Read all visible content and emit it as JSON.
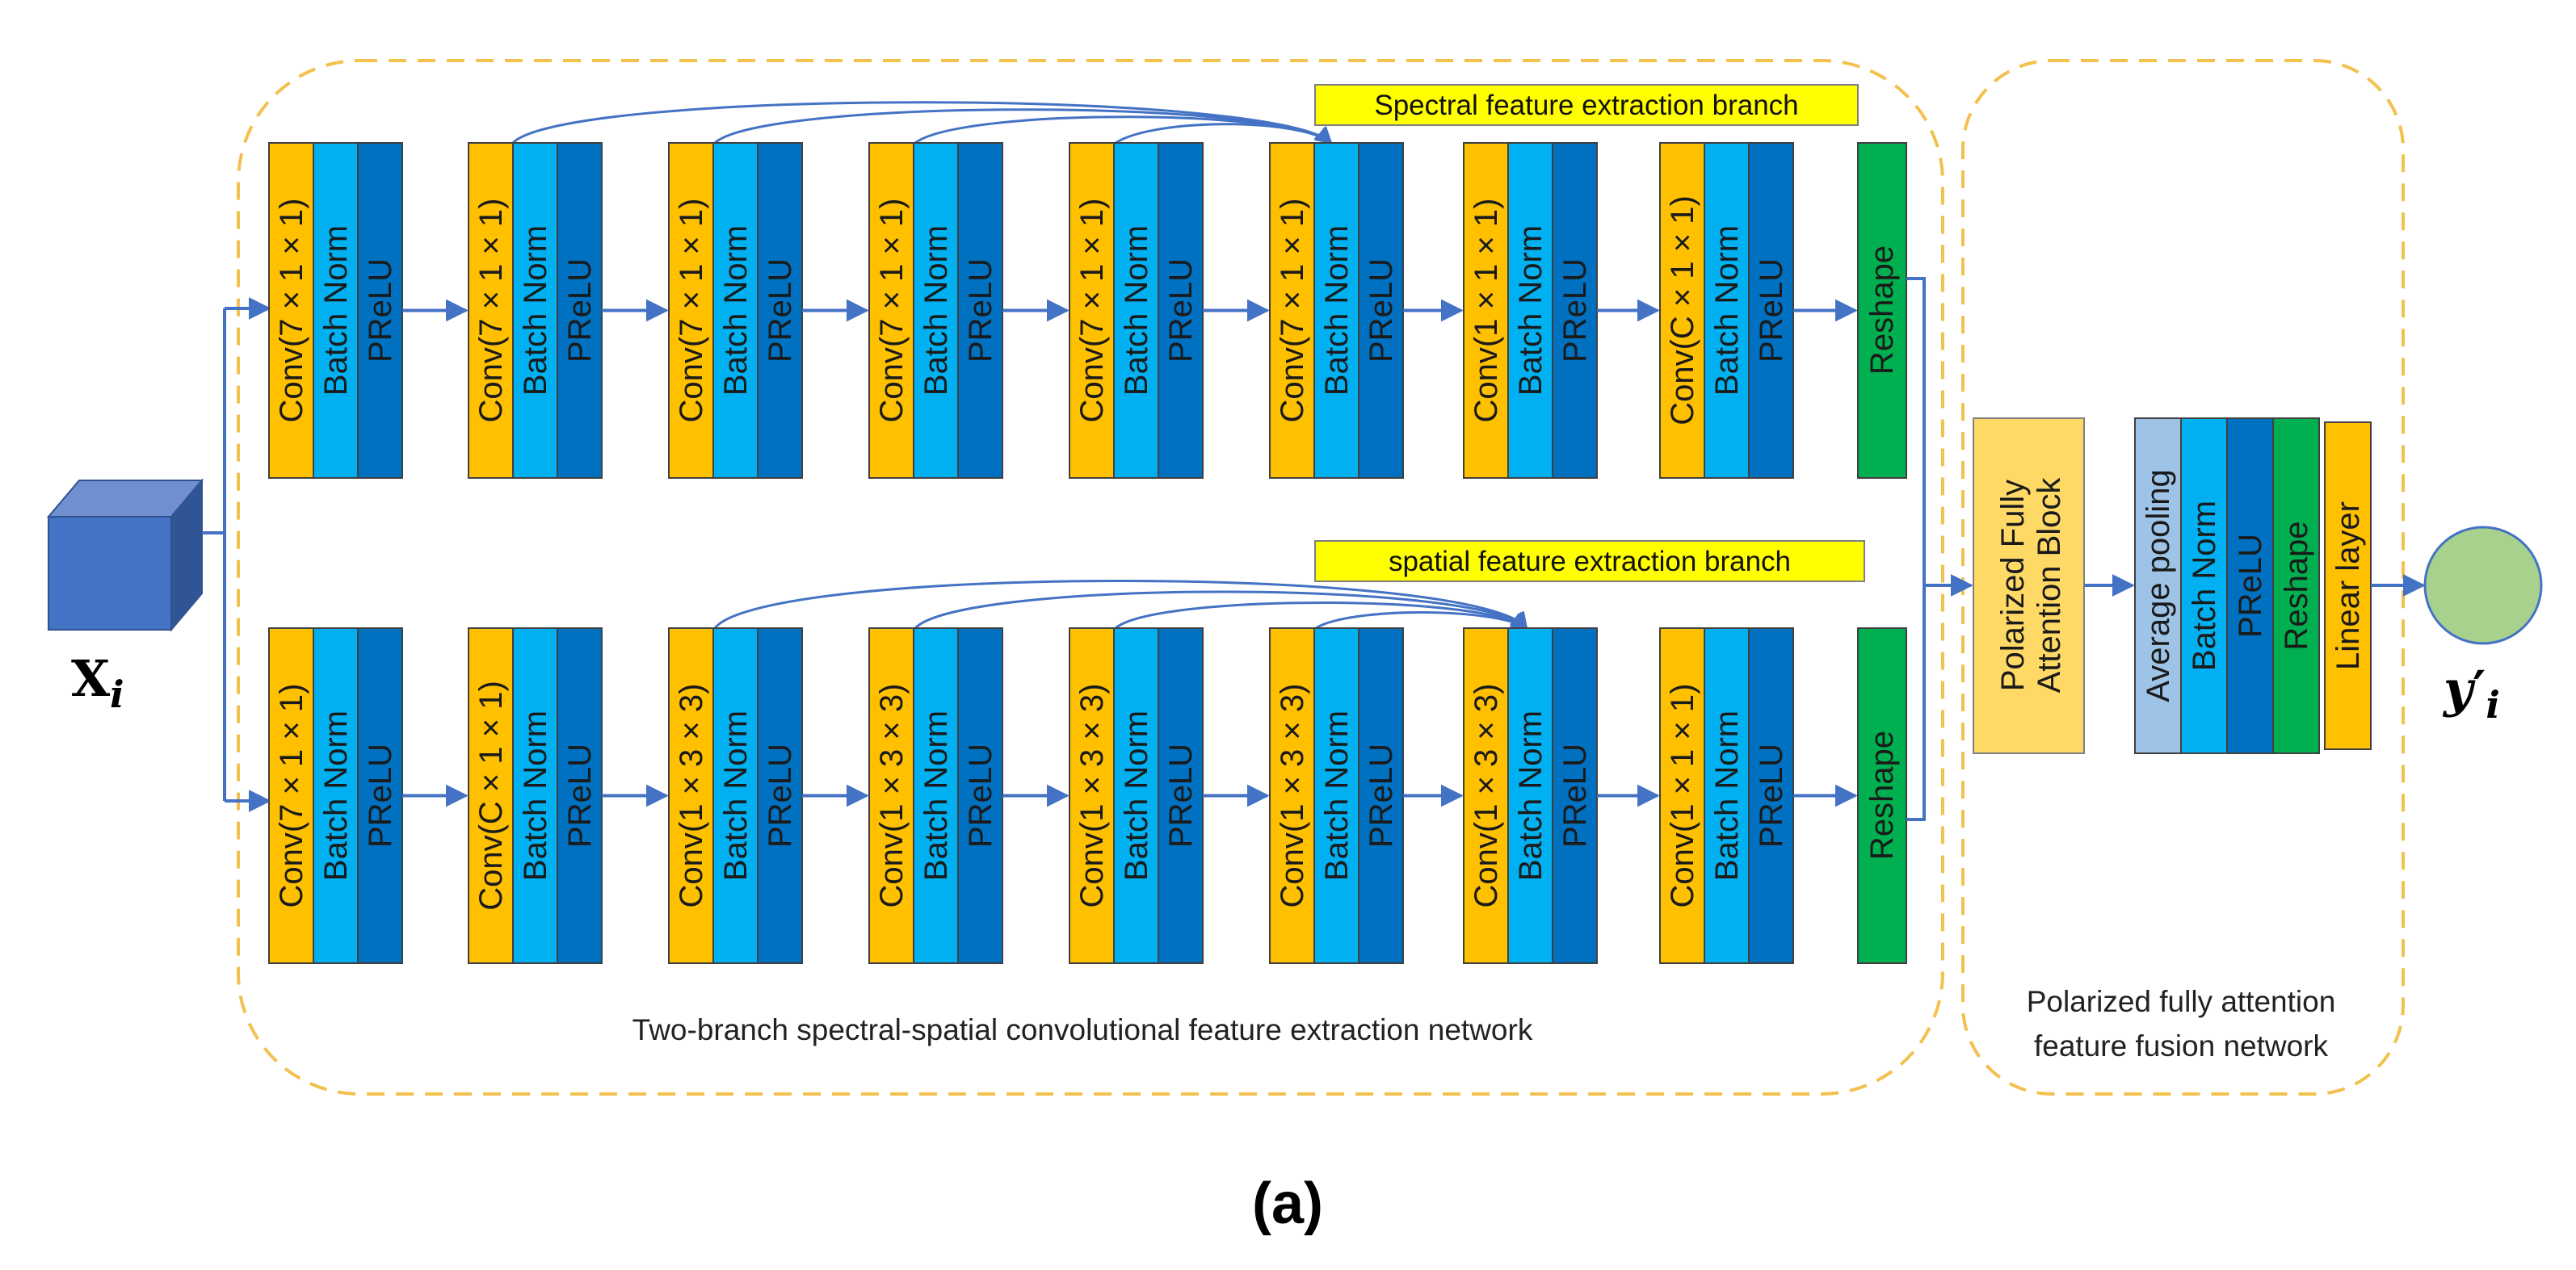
{
  "colors": {
    "conv": "#FFC000",
    "batch_norm": "#00B0F0",
    "prelu": "#0070C0",
    "reshape": "#00B050",
    "avg_pool": "#9DC3E6",
    "attention": "#FFD966",
    "output_node": "#A9D18E",
    "input_cube_front": "#4472C4",
    "branch_label_bg": "#FFFF00",
    "arrow": "#4472C4",
    "dashed_region": "#F2C14E"
  },
  "input": {
    "symbol_main": "X",
    "symbol_sub": "i",
    "icon": "cube-icon"
  },
  "output": {
    "symbol_main": "y",
    "symbol_prime": "′",
    "symbol_sub": "i",
    "icon": "circle-node-icon"
  },
  "spectral": {
    "label": "Spectral feature extraction branch",
    "blocks": [
      {
        "conv": "Conv(7 × 1 × 1)",
        "bn": "Batch Norm",
        "act": "PReLU"
      },
      {
        "conv": "Conv(7 × 1 × 1)",
        "bn": "Batch Norm",
        "act": "PReLU"
      },
      {
        "conv": "Conv(7 × 1 × 1)",
        "bn": "Batch Norm",
        "act": "PReLU"
      },
      {
        "conv": "Conv(7 × 1 × 1)",
        "bn": "Batch Norm",
        "act": "PReLU"
      },
      {
        "conv": "Conv(7 × 1 × 1)",
        "bn": "Batch Norm",
        "act": "PReLU"
      },
      {
        "conv": "Conv(7 × 1 × 1)",
        "bn": "Batch Norm",
        "act": "PReLU"
      },
      {
        "conv": "Conv(1 × 1 × 1)",
        "bn": "Batch Norm",
        "act": "PReLU"
      },
      {
        "conv": "Conv(C × 1 × 1)",
        "bn": "Batch Norm",
        "act": "PReLU"
      }
    ],
    "reshape": "Reshape"
  },
  "spatial": {
    "label": "spatial feature extraction branch",
    "blocks": [
      {
        "conv": "Conv(7 × 1 × 1)",
        "bn": "Batch Norm",
        "act": "PReLU"
      },
      {
        "conv": "Conv(C × 1 × 1)",
        "bn": "Batch Norm",
        "act": "PReLU"
      },
      {
        "conv": "Conv(1 × 3 × 3)",
        "bn": "Batch Norm",
        "act": "PReLU"
      },
      {
        "conv": "Conv(1 × 3 × 3)",
        "bn": "Batch Norm",
        "act": "PReLU"
      },
      {
        "conv": "Conv(1 × 3 × 3)",
        "bn": "Batch Norm",
        "act": "PReLU"
      },
      {
        "conv": "Conv(1 × 3 × 3)",
        "bn": "Batch Norm",
        "act": "PReLU"
      },
      {
        "conv": "Conv(1 × 3 × 3)",
        "bn": "Batch Norm",
        "act": "PReLU"
      },
      {
        "conv": "Conv(1 × 1 × 1)",
        "bn": "Batch Norm",
        "act": "PReLU"
      }
    ],
    "reshape": "Reshape"
  },
  "fusion": {
    "attention_line1": "Polarized Fully",
    "attention_line2": "Attention Block",
    "head": [
      "Average pooling",
      "Batch Norm",
      "PReLU",
      "Reshape",
      "Linear layer"
    ]
  },
  "captions": {
    "extraction": "Two-branch spectral-spatial convolutional feature extraction network",
    "fusion_line1": "Polarized fully attention",
    "fusion_line2": "feature fusion network"
  },
  "figure_label": "(a)"
}
